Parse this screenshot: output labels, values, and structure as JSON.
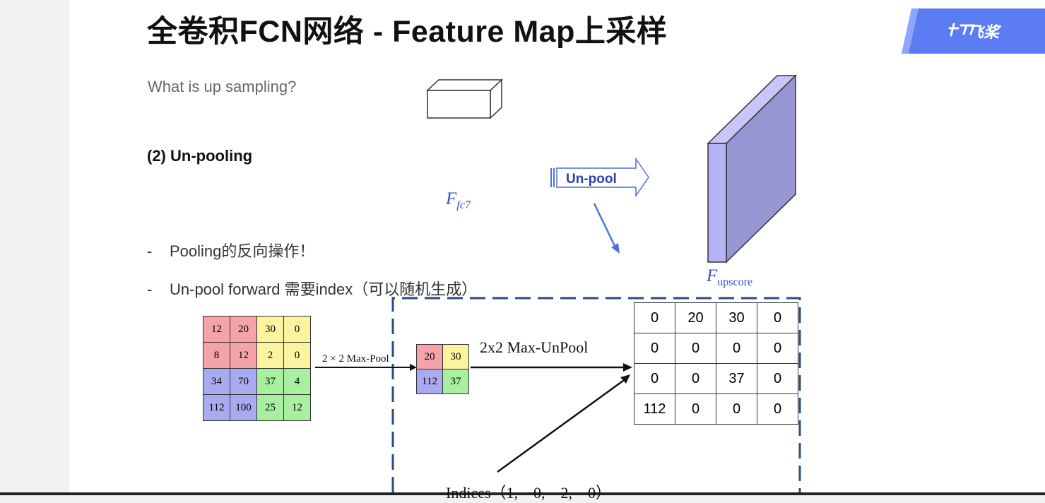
{
  "title": "全卷积FCN网络 - Feature Map上采样",
  "logo": {
    "text": "飞桨",
    "icon": "paddle-logo-icon",
    "color": "#5b7cf2"
  },
  "question": "What is up sampling?",
  "section": "(2) Un-pooling",
  "bullets": [
    {
      "dash": "-",
      "text": "Pooling的反向操作！"
    },
    {
      "dash": "-",
      "text": "Un-pool forward 需要index（可以随机生成）"
    }
  ],
  "top_diagram": {
    "fc7_label_main": "F",
    "fc7_label_sub": "fc7",
    "unpool_label": "Un-pool",
    "upscore_label_main": "F",
    "upscore_label_sub": "upscore",
    "colors": {
      "fmap_front": "#b4b4f5",
      "fmap_side": "#9090d0",
      "arrow": "#4a72d8"
    }
  },
  "input_grid": [
    [
      {
        "v": "12",
        "c": "red"
      },
      {
        "v": "20",
        "c": "red"
      },
      {
        "v": "30",
        "c": "yellow"
      },
      {
        "v": "0",
        "c": "yellow"
      }
    ],
    [
      {
        "v": "8",
        "c": "red"
      },
      {
        "v": "12",
        "c": "red"
      },
      {
        "v": "2",
        "c": "yellow"
      },
      {
        "v": "0",
        "c": "yellow"
      }
    ],
    [
      {
        "v": "34",
        "c": "blue"
      },
      {
        "v": "70",
        "c": "blue"
      },
      {
        "v": "37",
        "c": "green"
      },
      {
        "v": "4",
        "c": "green"
      }
    ],
    [
      {
        "v": "112",
        "c": "blue"
      },
      {
        "v": "100",
        "c": "blue"
      },
      {
        "v": "25",
        "c": "green"
      },
      {
        "v": "12",
        "c": "green"
      }
    ]
  ],
  "maxpool_label": "2 × 2 Max-Pool",
  "pooled_grid": [
    [
      {
        "v": "20",
        "c": "red"
      },
      {
        "v": "30",
        "c": "yellow"
      }
    ],
    [
      {
        "v": "112",
        "c": "blue"
      },
      {
        "v": "37",
        "c": "green"
      }
    ]
  ],
  "unpool_label": "2x2 Max-UnPool",
  "output_grid": [
    [
      "0",
      "20",
      "30",
      "0"
    ],
    [
      "0",
      "0",
      "0",
      "0"
    ],
    [
      "0",
      "0",
      "37",
      "0"
    ],
    [
      "112",
      "0",
      "0",
      "0"
    ]
  ],
  "indices_label": "Indices（1,　0,　2,　0）",
  "dashed_box_color": "#2b4c7e"
}
